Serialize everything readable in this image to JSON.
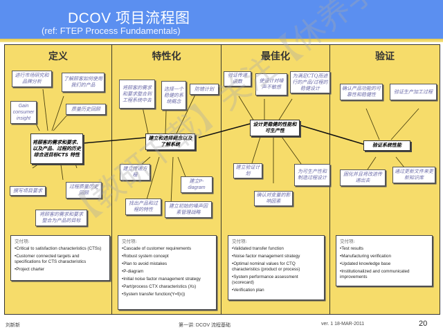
{
  "header": {
    "title": "DCOV 项目流程图",
    "subtitle": "(ref: FTEP Process Fundamentals)"
  },
  "columns": [
    {
      "title": "定义",
      "boxes": [
        "进行市场研究和品牌分析",
        "了解顾客如何使用我们的产品",
        "Gain consumer insight",
        "质量历史回顾",
        "撰写项目要求",
        "过程质量历史回顾",
        "将顾客的需求和要求整合为产品的目标"
      ],
      "hub": "将顾客的需求和要求、以及产品、过程的历史综合进目标CTS 特性",
      "deliverables_header": "交付项:",
      "deliverables": [
        "•Critical to satisfaction characteristics (CTSs)",
        "•Customer connected targets and specifications for CTS characteristics",
        "•Project charter"
      ]
    },
    {
      "title": "特性化",
      "boxes": [
        "将顾客的需求和要求整合到工程系统中去",
        "选择一个稳健的系统概念",
        "防错计划",
        "建立传递方程",
        "找出产品和过程的特性",
        "建立P-diagram",
        "建立初始的噪声因素管理战略"
      ],
      "hub": "建立和选择概念以及了解系统",
      "deliverables_header": "交付项:",
      "deliverables": [
        "•Cascade of customer requirements",
        "•Robust system concept",
        "•Plan to avoid mistakes",
        "•P-diagram",
        "•Initial noise factor management strategy",
        "•Part/process CTX characteristics (Xs)",
        "•System transfer function(Y=f(x))"
      ]
    },
    {
      "title": "最佳化",
      "boxes": [
        "验证传递函数",
        "使设计对噪声不敏感",
        "为满足CTQ而进行的产品/过程的稳健设计",
        "建立验证计划",
        "确认对变量的影响因素",
        "为可生产性和制造过程设计"
      ],
      "hub": "设计更稳健的性能和可生产性",
      "deliverables_header": "交付项:",
      "deliverables": [
        "•Validated transfer function",
        "•Noise factor management strategy",
        "•Optimal nominal values for CTQ characteristics (product or process)",
        "•System performance assessment (scorecard)",
        "•Verification plan"
      ]
    },
    {
      "title": "验证",
      "boxes": [
        "确认产品功能的可靠性和稳健性",
        "验证生产加工过程",
        "固化并且将改进传递出去",
        "通过更新文件来更新知识库"
      ],
      "hub": "验证系统性能",
      "deliverables_header": "交付项:",
      "deliverables": [
        "•Test results",
        "•Manufacturing verification",
        "•Updated knowledge base",
        "•Institutionalized and communicated improvements"
      ]
    }
  ],
  "footer": {
    "author": "刘新新",
    "lecture": "第一讲: DCOV 流程基础",
    "version": "ver. 1   18-MAR-2011",
    "page": "20"
  },
  "watermark": "【教研下载】关注【休养学堂】",
  "colors": {
    "header_bg": "#5b8ff0",
    "panel_bg": "#f6dc6a",
    "box_text": "#6a6aa8"
  }
}
